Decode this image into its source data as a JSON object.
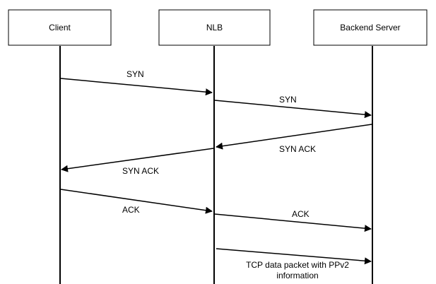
{
  "participants": [
    {
      "id": "client",
      "label": "Client"
    },
    {
      "id": "nlb",
      "label": "NLB"
    },
    {
      "id": "backend",
      "label": "Backend Server"
    }
  ],
  "messages": [
    {
      "from": "client",
      "to": "nlb",
      "label": "SYN"
    },
    {
      "from": "nlb",
      "to": "backend",
      "label": "SYN"
    },
    {
      "from": "backend",
      "to": "nlb",
      "label": "SYN ACK"
    },
    {
      "from": "nlb",
      "to": "client",
      "label": "SYN ACK"
    },
    {
      "from": "client",
      "to": "nlb",
      "label": "ACK"
    },
    {
      "from": "nlb",
      "to": "backend",
      "label": "ACK"
    },
    {
      "from": "nlb",
      "to": "backend",
      "label_lines": [
        "TCP data packet with PPv2",
        "information"
      ]
    }
  ]
}
